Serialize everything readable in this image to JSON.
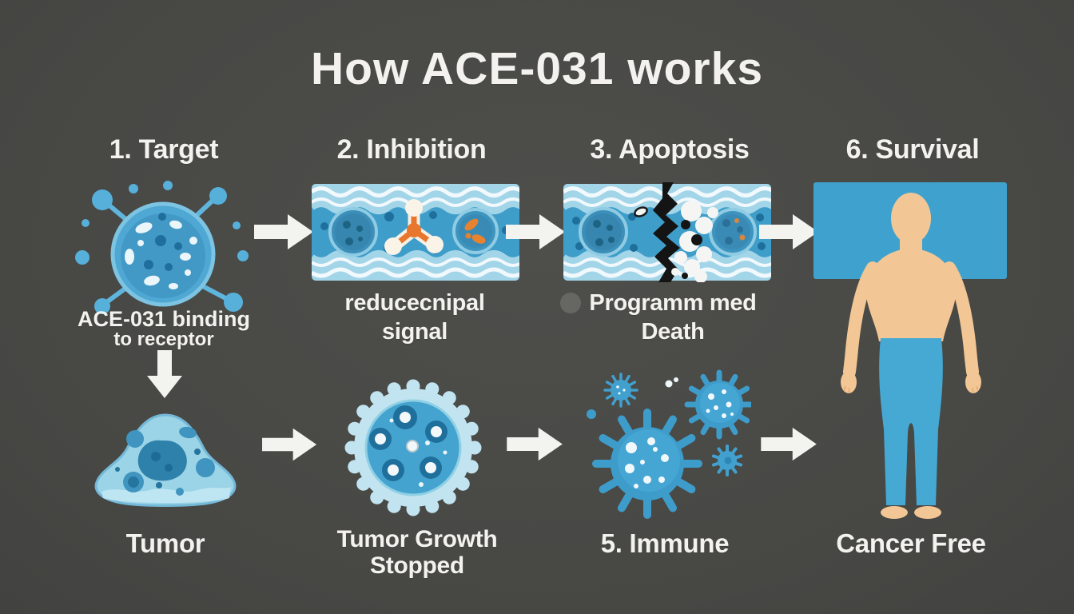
{
  "title": "How ACE-031 works",
  "steps": {
    "target": {
      "label": "1. Target",
      "caption_line1": "ACE-031 binding",
      "caption_line2": "to receptor"
    },
    "inhibition": {
      "label": "2. Inhibition",
      "caption_line1": "reducecnipal",
      "caption_line2": "signal"
    },
    "apoptosis": {
      "label": "3. Apoptosis",
      "caption_line1": "Programm med",
      "caption_line2": "Death"
    },
    "survival": {
      "label": "6. Survival",
      "caption": "Cancer Free"
    }
  },
  "bottom_row": {
    "tumor": {
      "caption": "Tumor"
    },
    "tumor_growth": {
      "caption_line1": "Tumor Growth",
      "caption_line2": "Stopped"
    },
    "immune": {
      "label": "5. Immune"
    }
  },
  "icons": {
    "receptor_cell": "receptor-cell-icon",
    "vessel_inhibition": "vessel-inhibition-icon",
    "vessel_apoptosis": "vessel-apoptosis-icon",
    "survival_panel": "survival-panel",
    "human_figure": "human-figure-icon",
    "tumor_blob": "tumor-blob-icon",
    "gear_cell": "tumor-growth-stopped-icon",
    "immune_cells": "immune-cells-icon",
    "arrow_right": "arrow-right-icon",
    "arrow_down": "arrow-down-icon"
  },
  "colors": {
    "background": "#4a4a47",
    "text_white": "#f3f2ef",
    "cell_light_blue": "#a3d5e9",
    "cell_mid_blue": "#4aa4cf",
    "cell_dark_blue": "#1e6f9c",
    "survival_panel_blue": "#3fa2ce",
    "molecule_orange": "#e8762c",
    "skin_tone": "#f3c795",
    "pants_blue": "#45a9d4",
    "crack_black": "#141414",
    "arrow_white": "#f3f3f0"
  }
}
